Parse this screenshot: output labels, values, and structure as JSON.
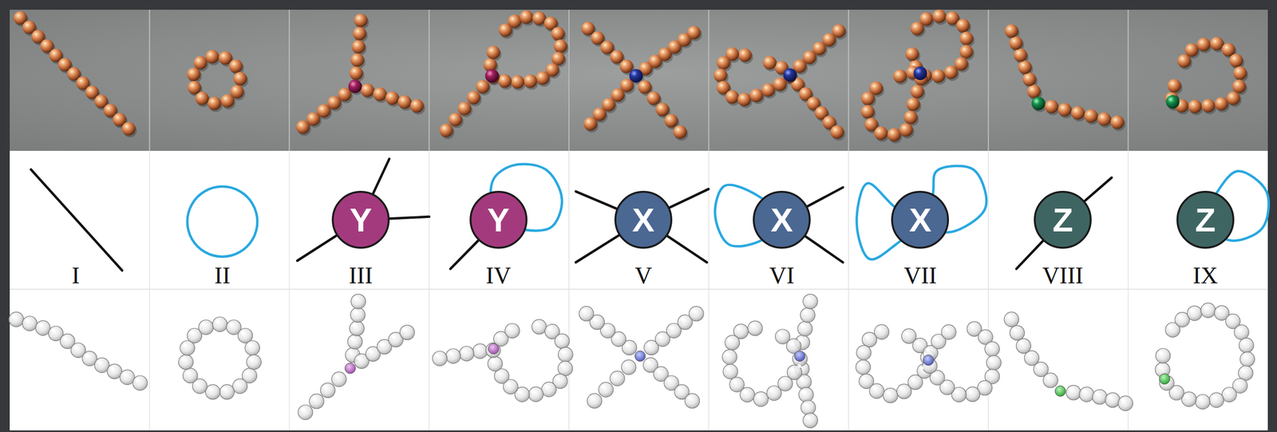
{
  "diagram": {
    "nodes": [
      {
        "text": [
          "Y"
        ]
      },
      {
        "text": [
          "Y"
        ]
      },
      {
        "text": [
          "X"
        ]
      },
      {
        "text": [
          "X"
        ]
      },
      {
        "text": [
          "X"
        ]
      },
      {
        "text": [
          "Z"
        ]
      },
      {
        "text": [
          "Z"
        ]
      }
    ],
    "labels": [
      "I",
      "II",
      "III",
      "IV",
      "V",
      "VI",
      "VII",
      "VIII",
      "IX"
    ]
  }
}
